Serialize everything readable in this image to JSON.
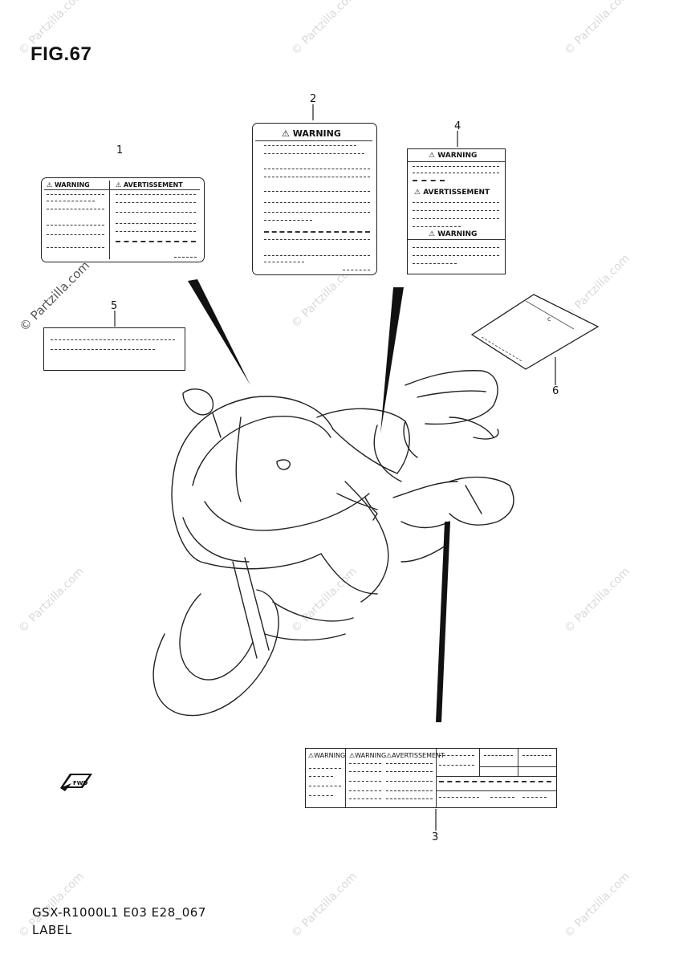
{
  "figure": {
    "title": "FIG.67",
    "model_code": "GSX-R1000L1 E03 E28_067",
    "section_name": "LABEL"
  },
  "callouts": [
    "1",
    "2",
    "3",
    "4",
    "5",
    "6"
  ],
  "labels": {
    "label1": {
      "warning": "⚠ WARNING",
      "avertissement": "⚠ AVERTISSEMENT"
    },
    "label2": {
      "warning": "⚠ WARNING"
    },
    "label3": {
      "warning_a": "⚠WARNING",
      "warning_b": "⚠WARNING",
      "avertissement": "⚠AVERTISSEMENT"
    },
    "label4": {
      "warning_top": "⚠ WARNING",
      "avertissement": "⚠ AVERTISSEMENT",
      "warning_bottom": "⚠ WARNING"
    }
  },
  "direction_icon": "front-arrow-icon",
  "watermark": {
    "text": "© Partzilla.com"
  }
}
